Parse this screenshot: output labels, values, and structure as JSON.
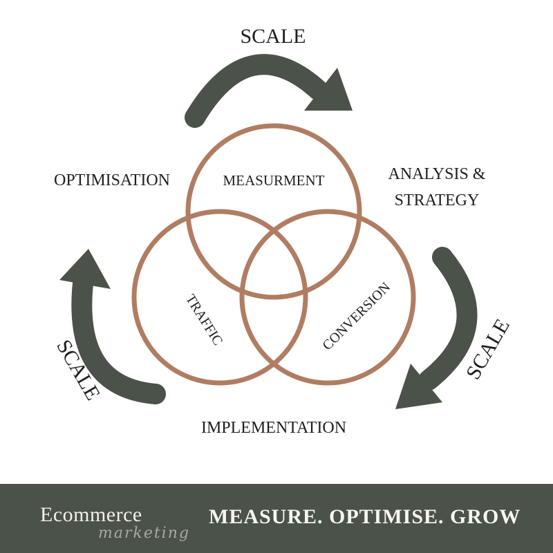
{
  "colors": {
    "arrow": "#4b5249",
    "circle": "#b07d62",
    "text": "#1f1f1f",
    "footer_bg": "#4b5249",
    "footer_text": "#f7f5ef"
  },
  "diagram": {
    "scale_top": "SCALE",
    "scale_right": "SCALE",
    "scale_left": "SCALE",
    "optimisation": "OPTIMISATION",
    "analysis_line1": "ANALYSIS &",
    "analysis_line2": "STRATEGY",
    "implementation": "IMPLEMENTATION",
    "circle_top": "MEASURMENT",
    "circle_left": "TRAFFIC",
    "circle_right": "CONVERSION"
  },
  "footer": {
    "brand_main": "Ecommerce",
    "brand_sub": "marketing",
    "tagline": "MEASURE. OPTIMISE. GROW"
  }
}
